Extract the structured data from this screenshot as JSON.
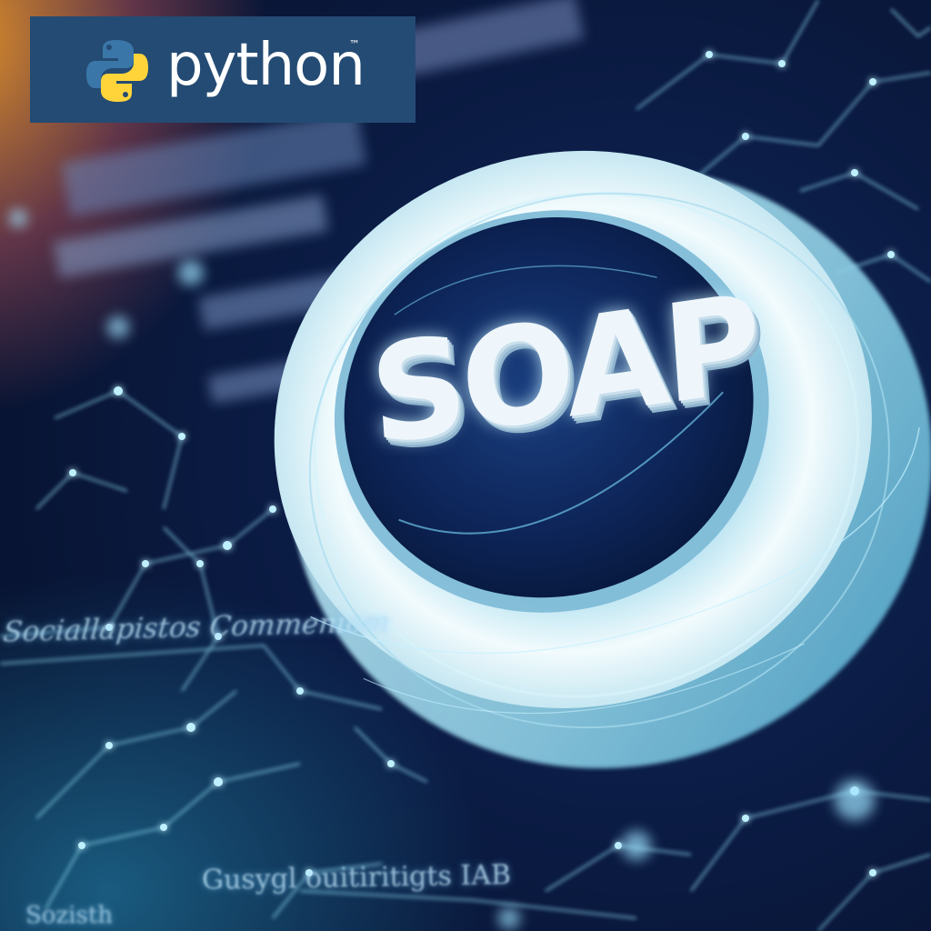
{
  "logo": {
    "wordmark": "python",
    "trademark": "™",
    "emblem_icon": "python-snakes-icon",
    "box_color": "#244b73",
    "blue": "#3a76a8",
    "yellow": "#ffd43b"
  },
  "hero": {
    "button_text": "SOAP",
    "ring_color": "#e8f6fb",
    "core_color": "#0d2457"
  },
  "background_text": {
    "line_1": "Sociallapistos Commeniom",
    "line_2": "Gusygl ouitiritigts IAB",
    "line_3": "Sozisth"
  },
  "colors": {
    "network": "#8fd8f0",
    "glow_warm": "#e89628",
    "bg_dark": "#0b1c45"
  }
}
